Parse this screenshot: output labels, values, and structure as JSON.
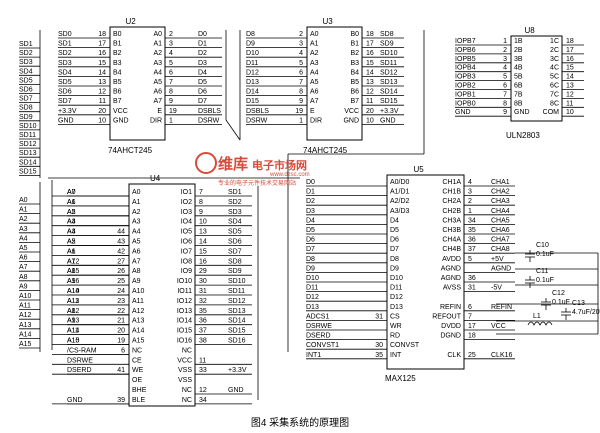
{
  "caption": "图4  采集系统的原理图",
  "watermark": {
    "brand": "维库",
    "title": "电子市场网",
    "url": "www.dzsc.com",
    "slogan": "专业的电子元件技术交易网站"
  },
  "left_bus": [
    "SD1",
    "SD2",
    "SD3",
    "SD4",
    "SD5",
    "SD6",
    "SD7",
    "SD8",
    "SD9",
    "SD10",
    "SD11",
    "SD12",
    "SD13",
    "SD14",
    "SD15"
  ],
  "u2": {
    "ref": "U2",
    "part": "74AHCT245",
    "left_labels": [
      "SD0",
      "SD1",
      "SD2",
      "SD3",
      "SD4",
      "SD5",
      "SD6",
      "SD7",
      "+3.3V",
      "GND"
    ],
    "left_nums": [
      "18",
      "17",
      "16",
      "15",
      "14",
      "13",
      "12",
      "11",
      "20",
      "10"
    ],
    "left_pins": [
      "B0",
      "B1",
      "B2",
      "B3",
      "B4",
      "B5",
      "B6",
      "B7",
      "VCC",
      "GND"
    ],
    "right_pins": [
      "A0",
      "A1",
      "A2",
      "A3",
      "A4",
      "A5",
      "A6",
      "A7",
      "E",
      "DIR"
    ],
    "right_nums": [
      "2",
      "3",
      "4",
      "5",
      "6",
      "7",
      "8",
      "9",
      "19",
      "1"
    ],
    "right_labels": [
      "D0",
      "D1",
      "D2",
      "D3",
      "D4",
      "D5",
      "D6",
      "D7",
      "DSBLS",
      "DSRW"
    ]
  },
  "u3": {
    "ref": "U3",
    "part": "74AHCT245",
    "left_labels": [
      "D8",
      "D9",
      "D10",
      "D11",
      "D12",
      "D13",
      "D14",
      "D15",
      "DSBLS",
      "DSRW"
    ],
    "left_nums": [
      "2",
      "3",
      "4",
      "5",
      "6",
      "7",
      "8",
      "9",
      "19",
      "1"
    ],
    "left_pins": [
      "A0",
      "A1",
      "A2",
      "A3",
      "A4",
      "A5",
      "A6",
      "A7",
      "E",
      "DIR"
    ],
    "right_pins": [
      "B0",
      "B1",
      "B2",
      "B3",
      "B4",
      "B5",
      "B6",
      "B7",
      "VCC",
      "GND"
    ],
    "right_nums": [
      "18",
      "17",
      "16",
      "15",
      "14",
      "13",
      "12",
      "11",
      "20",
      "10"
    ],
    "right_labels": [
      "SD8",
      "SD9",
      "SD10",
      "SD11",
      "SD12",
      "SD13",
      "SD14",
      "SD15",
      "+3.3V",
      "GND"
    ]
  },
  "u8": {
    "ref": "U8",
    "part": "ULN2803",
    "left_labels": [
      "IOPB7",
      "IOPB6",
      "IOPB5",
      "IOPB4",
      "IOPB3",
      "IOPB2",
      "IOPB1",
      "IOPB0",
      "GND"
    ],
    "left_nums": [
      "1",
      "2",
      "3",
      "4",
      "5",
      "6",
      "7",
      "8",
      "9"
    ],
    "left_pins": [
      "1B",
      "2B",
      "3B",
      "4B",
      "5B",
      "6B",
      "7B",
      "8B",
      "GND"
    ],
    "right_pins": [
      "1C",
      "2C",
      "3C",
      "4C",
      "5C",
      "6C",
      "7C",
      "8C",
      "COM"
    ],
    "right_nums": [
      "18",
      "17",
      "16",
      "15",
      "14",
      "13",
      "12",
      "11",
      "10"
    ]
  },
  "u4": {
    "ref": "U4",
    "left_labels": [
      "A0",
      "A1",
      "A2",
      "A3",
      "A4",
      "A5",
      "A6",
      "A7",
      "A8",
      "A9",
      "A10",
      "A11",
      "A12",
      "A13",
      "A14",
      "A15",
      "",
      "",
      "",
      "",
      "",
      ""
    ],
    "mid_labels": [
      "A7",
      "A6",
      "A5",
      "A4",
      "A3",
      "A2",
      "A1",
      "A12",
      "A15",
      "A16",
      "A14",
      "A13",
      "A8",
      "A9",
      "A11",
      "A10",
      "/CS-RAM",
      "DSRWE",
      "DSERD",
      "",
      "",
      "GND"
    ],
    "left_nums": [
      "",
      "",
      "",
      "",
      "44",
      "43",
      "42",
      "27",
      "26",
      "25",
      "24",
      "23",
      "22",
      "21",
      "20",
      "19",
      "6",
      "",
      "41",
      "",
      "",
      "39"
    ],
    "left_pins": [
      "A0",
      "A1",
      "A2",
      "A3",
      "A4",
      "A5",
      "A6",
      "A7",
      "A8",
      "A9",
      "A10",
      "A11",
      "A12",
      "A13",
      "A14",
      "A15",
      "NC",
      "CE",
      "WE",
      "OE",
      "BHE",
      "BLE"
    ],
    "right_pins": [
      "IO1",
      "IO2",
      "IO3",
      "IO4",
      "IO5",
      "IO6",
      "IO7",
      "IO8",
      "IO9",
      "IO10",
      "IO11",
      "IO12",
      "IO13",
      "IO14",
      "IO15",
      "IO16",
      "NC",
      "VCC",
      "VSS",
      "VSS",
      "NC",
      "NC"
    ],
    "right_nums": [
      "7",
      "8",
      "9",
      "10",
      "13",
      "14",
      "15",
      "16",
      "29",
      "30",
      "31",
      "32",
      "35",
      "36",
      "37",
      "38",
      "",
      "11",
      "33",
      "",
      "12",
      "34"
    ],
    "right_labels": [
      "SD1",
      "SD2",
      "SD3",
      "SD4",
      "SD5",
      "SD6",
      "SD7",
      "SD8",
      "SD9",
      "SD10",
      "SD11",
      "SD12",
      "SD13",
      "SD14",
      "SD15",
      "SD16",
      "",
      "",
      "+3.3V",
      "",
      "GND",
      ""
    ]
  },
  "u5": {
    "ref": "U5",
    "part": "MAX125",
    "left_labels": [
      "D0",
      "D1",
      "D2",
      "D3",
      "D4",
      "D5",
      "D6",
      "D7",
      "D8",
      "D9",
      "D10",
      "D11",
      "D12",
      "D13",
      "ADCS1",
      "DSRWE",
      "DSERD",
      "CONVST1",
      "INT1"
    ],
    "left_nums": [
      "",
      "",
      "",
      "",
      "",
      "",
      "",
      "",
      "",
      "",
      "",
      "",
      "",
      "",
      "31",
      "",
      "",
      "30",
      "35"
    ],
    "left_pins": [
      "A0/D0",
      "A1/D1",
      "A2/D2",
      "A3/D3",
      "D4",
      "D5",
      "D6",
      "D7",
      "D8",
      "D9",
      "D10",
      "D11",
      "D12",
      "D13",
      "CS",
      "WR",
      "RD",
      "CONVST",
      "INT"
    ],
    "right_pins": [
      "CH1A",
      "CH1B",
      "CH2A",
      "CH2B",
      "CH3A",
      "CH3B",
      "CH4A",
      "CH4B",
      "AVDD",
      "AGND",
      "AGND",
      "AVSS",
      "",
      "REFIN",
      "REFOUT",
      "DVDD",
      "DGND",
      "",
      "CLK"
    ],
    "right_nums": [
      "4",
      "3",
      "2",
      "1",
      "34",
      "35",
      "36",
      "37",
      "5",
      "",
      "36",
      "31",
      "",
      "6",
      "7",
      "17",
      "18",
      "",
      "25"
    ],
    "right_labels": [
      "CHA1",
      "CHA2",
      "CHA3",
      "CHA4",
      "CHA5",
      "CHA6",
      "CHA7",
      "CHA8",
      "+5V",
      "AGND",
      "",
      "-5V",
      "",
      "REFIN",
      "",
      "VCC",
      "",
      "",
      "CLK16"
    ]
  },
  "passives": [
    "C10",
    "0.1uF",
    "C11",
    "0.1uF",
    "C12",
    "0.1uF",
    "C13",
    "4.7uF/20V",
    "L1"
  ]
}
